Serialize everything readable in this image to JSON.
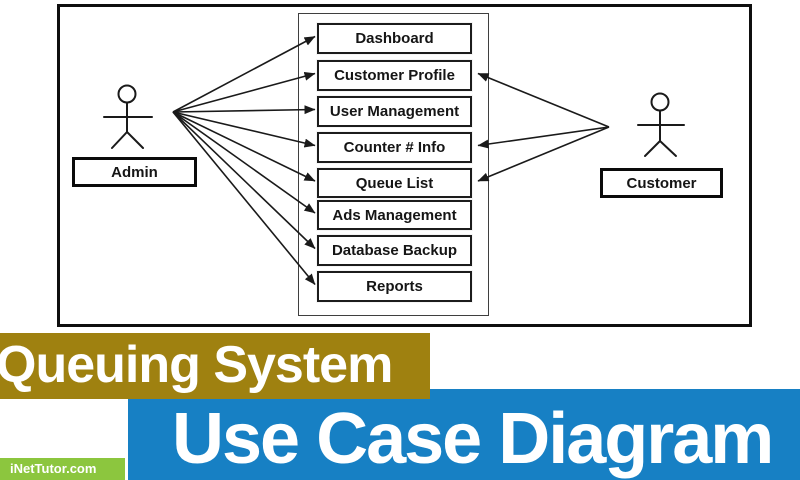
{
  "banners": {
    "topic": "Queuing System",
    "title": "Use Case Diagram",
    "watermark": "iNetTutor.com"
  },
  "colors": {
    "topic_bg": "#9f8110",
    "title_bg": "#1780c4",
    "watermark_bg": "#8cc63e",
    "ink": "#1a1a1a"
  },
  "diagram": {
    "system_usecases": [
      "Dashboard",
      "Customer Profile",
      "User Management",
      "Counter # Info",
      "Queue List",
      "Ads Management",
      "Database Backup",
      "Reports"
    ],
    "actors": [
      {
        "name": "Admin",
        "targets": [
          0,
          1,
          2,
          3,
          4,
          5,
          6,
          7
        ]
      },
      {
        "name": "Customer",
        "targets": [
          1,
          3,
          4
        ]
      }
    ]
  }
}
